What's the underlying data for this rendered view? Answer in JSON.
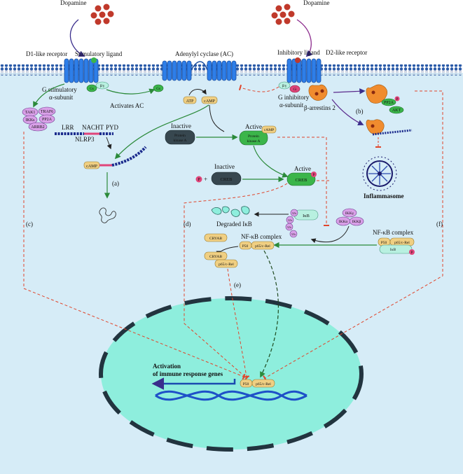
{
  "labels": {
    "dopamine_left": "Dopamine",
    "dopamine_right": "Dopamine",
    "d1_receptor": "D1-like receptor",
    "stimulatory_ligand": "Stimulatory ligand",
    "adenylyl_cyclase": "Adenylyl cyclase (AC)",
    "inhibitory_ligand": "Inhibitory ligand",
    "d2_receptor": "D2-like receptor",
    "g_stim_line1": "G stimulatory",
    "g_stim_line2": "α-subunit",
    "activates_ac": "Activates AC",
    "g_inhib_line1": "G inhibitory",
    "g_inhib_line2": "α-subunit",
    "beta_arrestins": "β-arrestins 2",
    "gs": "Gs",
    "gi": "Gi",
    "beta_gamma_left": "β/γ",
    "beta_gamma_right": "β/γ",
    "atp": "ATP",
    "camp_top": "cAMP",
    "lrr": "LRR",
    "nacht": "NACHT",
    "pyd": "PYD",
    "nlrp3": "NLRP3",
    "camp_nlrp3": "cAMP",
    "inactive_pka": "Inactive",
    "pka_line1": "Protein",
    "pka_line2": "kinase A",
    "active_pka": "Active",
    "active_pka_line1": "Protein",
    "active_pka_line2": "kinase A",
    "camp_pka": "cAMP",
    "inactive_creb": "Inactive",
    "creb": "CREB",
    "active_creb_label": "Active",
    "active_creb": "CREB",
    "p_symbol": "P",
    "plus": "+",
    "degraded_ikb": "Degraded IκB",
    "ikb": "IκB",
    "ikbgamma": "IKKγ",
    "ikkalpha": "IKKα",
    "ikkbeta": "IKKβ",
    "ub": "Ub",
    "nfkb_complex_right": "NF-κB complex",
    "nfkb_complex_mid": "NF-κB complex",
    "p50": "P50",
    "p65": "p65/c-Rel",
    "cryab": "CRYAB",
    "tak1": "TAK1",
    "traf6": "TRAF6",
    "ikks": "IKKs",
    "pp2a_left": "PP2A",
    "arrb2": "ARRB2",
    "pp2a_right": "PP2A",
    "akt": "AKT",
    "inflammasome": "Inflammasome",
    "activation_line1": "Activation",
    "activation_line2": "of immune response genes",
    "mark_a": "(a)",
    "mark_b": "(b)",
    "mark_c": "(c)",
    "mark_d": "(d)",
    "mark_e": "(e)",
    "mark_f": "(f)"
  },
  "colors": {
    "cytoplasm": "#d6ecf7",
    "nucleus": "#8eeedd",
    "receptor": "#2e7ee8",
    "arrow_green": "#2b8a3a",
    "inhibit_red": "#e0452b",
    "dopamine": "#c0392b",
    "pka_active": "#3bb54a",
    "pka_inactive": "#37474f",
    "ub_purple": "#d9a0e8",
    "arrestin_orange": "#f08c2e"
  }
}
